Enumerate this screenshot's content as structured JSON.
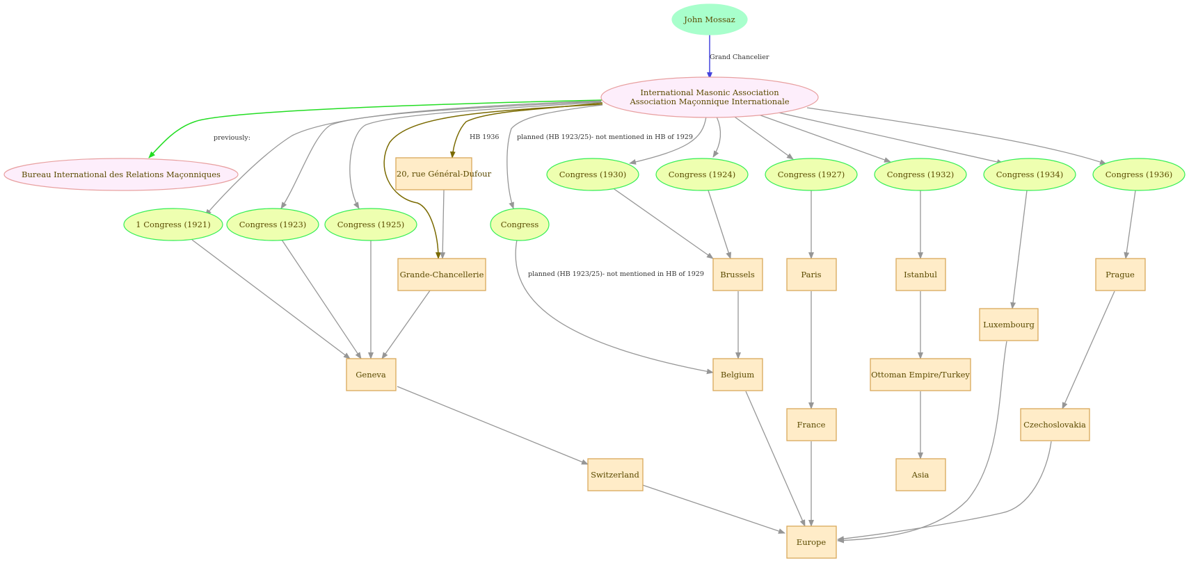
{
  "diagram": {
    "nodes": {
      "john": {
        "label": "John Mossaz"
      },
      "ima": {
        "label1": "International Masonic Association",
        "label2": "Association Maçonnique Internationale"
      },
      "bureau": {
        "label": "Bureau International des Relations Maçonniques"
      },
      "rue": {
        "label": "20, rue Général-Dufour"
      },
      "c1930": {
        "label": "Congress (1930)"
      },
      "c1924": {
        "label": "Congress (1924)"
      },
      "c1927": {
        "label": "Congress (1927)"
      },
      "c1932": {
        "label": "Congress (1932)"
      },
      "c1934": {
        "label": "Congress (1934)"
      },
      "c1936": {
        "label": "Congress (1936)"
      },
      "c1921": {
        "label": "1 Congress (1921)"
      },
      "c1923": {
        "label": "Congress (1923)"
      },
      "c1925": {
        "label": "Congress (1925)"
      },
      "grande": {
        "label": "Grande-Chancellerie"
      },
      "congress": {
        "label": "Congress"
      },
      "brussels": {
        "label": "Brussels"
      },
      "paris": {
        "label": "Paris"
      },
      "istanbul": {
        "label": "Istanbul"
      },
      "prague": {
        "label": "Prague"
      },
      "luxembourg": {
        "label": "Luxembourg"
      },
      "geneva": {
        "label": "Geneva"
      },
      "belgium": {
        "label": "Belgium"
      },
      "ottoman": {
        "label": "Ottoman Empire/Turkey"
      },
      "france": {
        "label": "France"
      },
      "czech": {
        "label": "Czechoslovakia"
      },
      "switzerland": {
        "label": "Switzerland"
      },
      "asia": {
        "label": "Asia"
      },
      "europe": {
        "label": "Europe"
      }
    },
    "edge_labels": {
      "grand_chancelier": "Grand Chancelier",
      "previously": "previously:",
      "hb1936": "HB 1936",
      "planned_top": "planned (HB 1923/25)- not mentioned in HB of 1929",
      "planned_mid": "planned (HB 1923/25)- not mentioned in HB of 1929"
    },
    "colors": {
      "edge_default": "#969696",
      "edge_previously": "#22dd22",
      "edge_hb1936": "#7a6a00",
      "edge_chancelier": "#4444dd",
      "org_fill": "#fdeefb",
      "congress_fill": "#eeffb0",
      "place_fill": "#ffecc8",
      "person_fill": "#a8ffcc"
    }
  }
}
